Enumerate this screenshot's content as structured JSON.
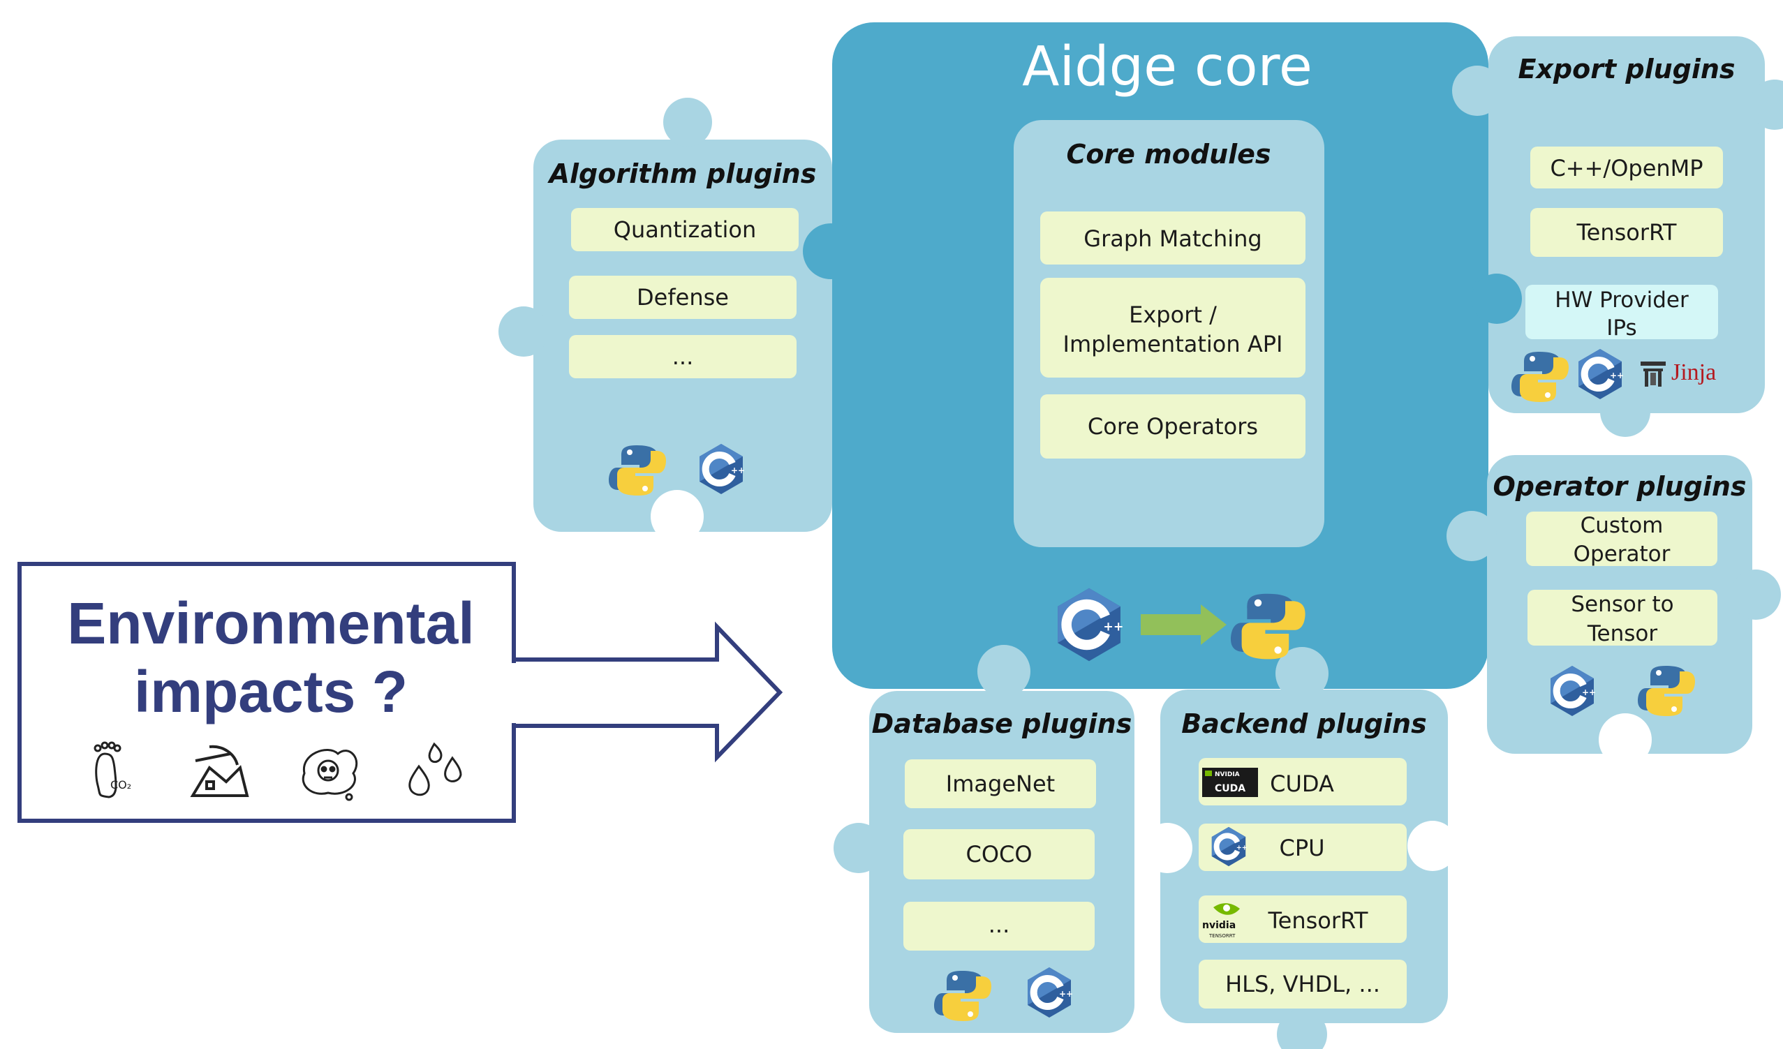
{
  "environmental": {
    "line1": "Environmental",
    "line2": "impacts ?",
    "icons": [
      "footprint-co2-icon",
      "mining-icon",
      "pollution-skull-icon",
      "water-drops-icon"
    ]
  },
  "core": {
    "title": "Aidge core",
    "modules": {
      "heading": "Core modules",
      "items": {
        "graph": "Graph Matching",
        "export1": "Export /",
        "export2": "Implementation API",
        "ops": "Core Operators"
      }
    },
    "languages": [
      "cpp-logo",
      "arrow",
      "python-logo"
    ]
  },
  "algorithm": {
    "heading": "Algorithm plugins",
    "items": [
      "Quantization",
      "Defense",
      "..."
    ],
    "languages": [
      "python-logo",
      "cpp-logo"
    ]
  },
  "export": {
    "heading": "Export plugins",
    "items": {
      "a": "C++/OpenMP",
      "b": "TensorRT",
      "c1": "HW Provider",
      "c2": "IPs"
    },
    "logos": [
      "python-logo",
      "cpp-logo",
      "jinja-logo"
    ],
    "jinja": "Jinja"
  },
  "operator": {
    "heading": "Operator plugins",
    "items": {
      "a1": "Custom",
      "a2": "Operator",
      "b1": "Sensor to",
      "b2": "Tensor"
    },
    "languages": [
      "cpp-logo",
      "python-logo"
    ]
  },
  "database": {
    "heading": "Database plugins",
    "items": [
      "ImageNet",
      "COCO",
      "..."
    ],
    "languages": [
      "python-logo",
      "cpp-logo"
    ]
  },
  "backend": {
    "heading": "Backend plugins",
    "items": [
      "CUDA",
      "CPU",
      "TensorRT",
      "HLS, VHDL, ..."
    ],
    "badges": {
      "nvidia": "NVIDIA",
      "cuda": "CUDA",
      "nvidia_lower": "nvidia",
      "tensorrt": "TENSORRT"
    }
  },
  "colors": {
    "core": "#4eaacb",
    "plugin": "#a9d5e3",
    "module_panel": "#a9d5e3",
    "item": "#eef7cd",
    "item_highlight": "#d4f7f7",
    "env_border": "#333e7d",
    "arrow_green": "#92c05a"
  }
}
